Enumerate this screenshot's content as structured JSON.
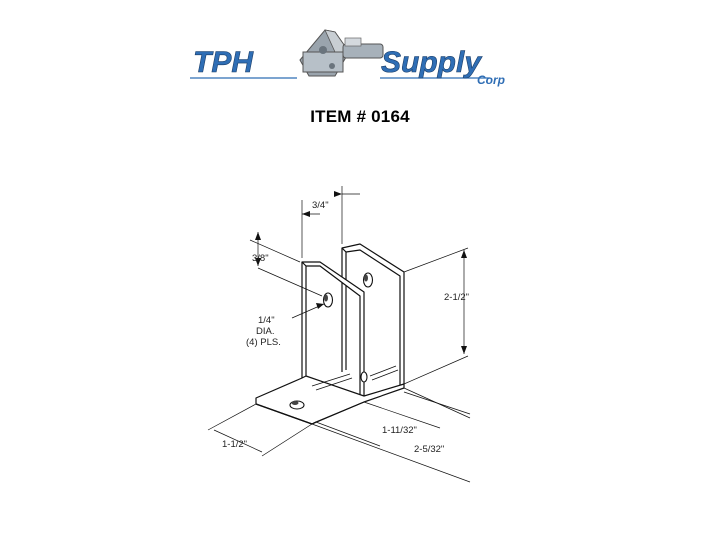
{
  "logo": {
    "left_text": "TPH",
    "right_text": "Supply",
    "sub_text": "Corp",
    "brand_color": "#2f6eb5",
    "shadow_color": "#1a3c66",
    "icon": "hinge-bracket-icon"
  },
  "item_title": "ITEM # 0164",
  "drawing": {
    "dims": {
      "top_width": "3/4\"",
      "hole_offset": "3/8\"",
      "hole_size": "1/4\"",
      "hole_dia": "DIA.",
      "hole_count": "(4) PLS.",
      "height": "2-1/2\"",
      "base_depth": "1-1/2\"",
      "spacing": "1-11/32\"",
      "overall_width": "2-5/32\""
    }
  }
}
